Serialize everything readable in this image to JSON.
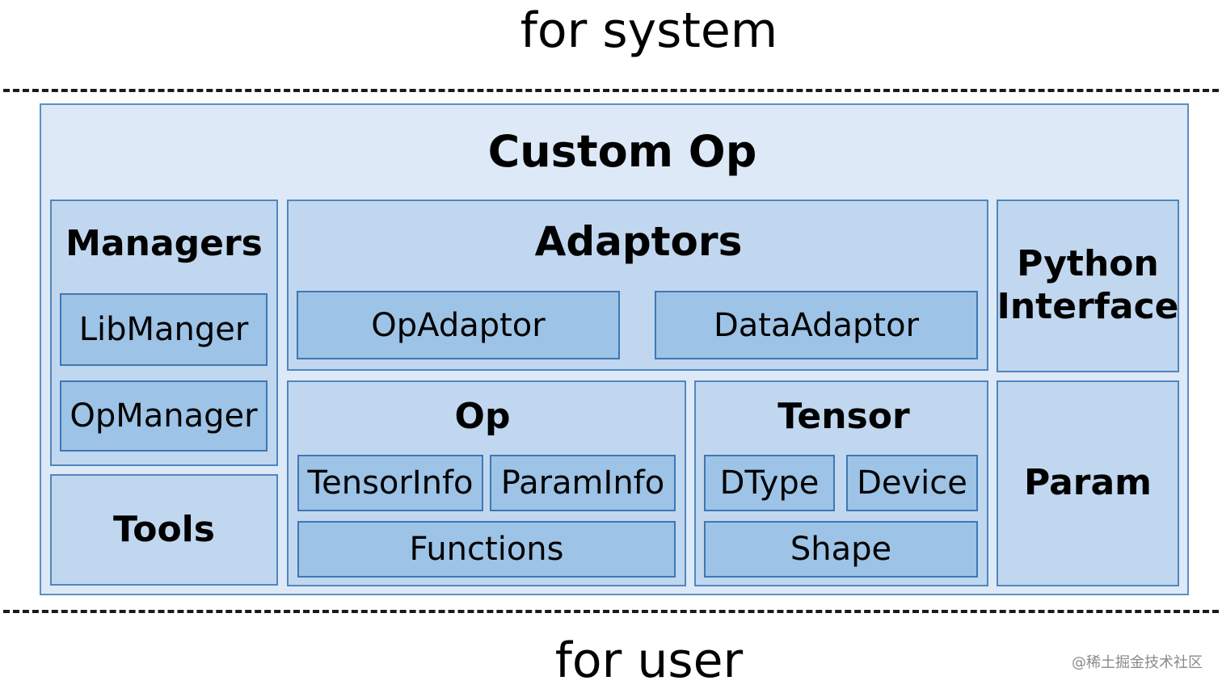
{
  "labels": {
    "top": "for system",
    "bottom": "for user",
    "watermark": "@稀土掘金技术社区"
  },
  "diagram": {
    "title": "Custom Op",
    "managers": {
      "title": "Managers",
      "items": [
        "LibManger",
        "OpManager"
      ]
    },
    "tools": {
      "title": "Tools"
    },
    "adaptors": {
      "title": "Adaptors",
      "items": [
        "OpAdaptor",
        "DataAdaptor"
      ]
    },
    "op": {
      "title": "Op",
      "items": [
        "TensorInfo",
        "ParamInfo",
        "Functions"
      ]
    },
    "tensor": {
      "title": "Tensor",
      "items": [
        "DType",
        "Device",
        "Shape"
      ]
    },
    "python_interface": {
      "title_line1": "Python",
      "title_line2": "Interface"
    },
    "param": {
      "title": "Param"
    }
  },
  "colors": {
    "outer_fill": "#dde9f6",
    "mid_fill": "#c0d7ef",
    "inner_fill": "#9dc3e6",
    "border": "#4f86c0"
  }
}
